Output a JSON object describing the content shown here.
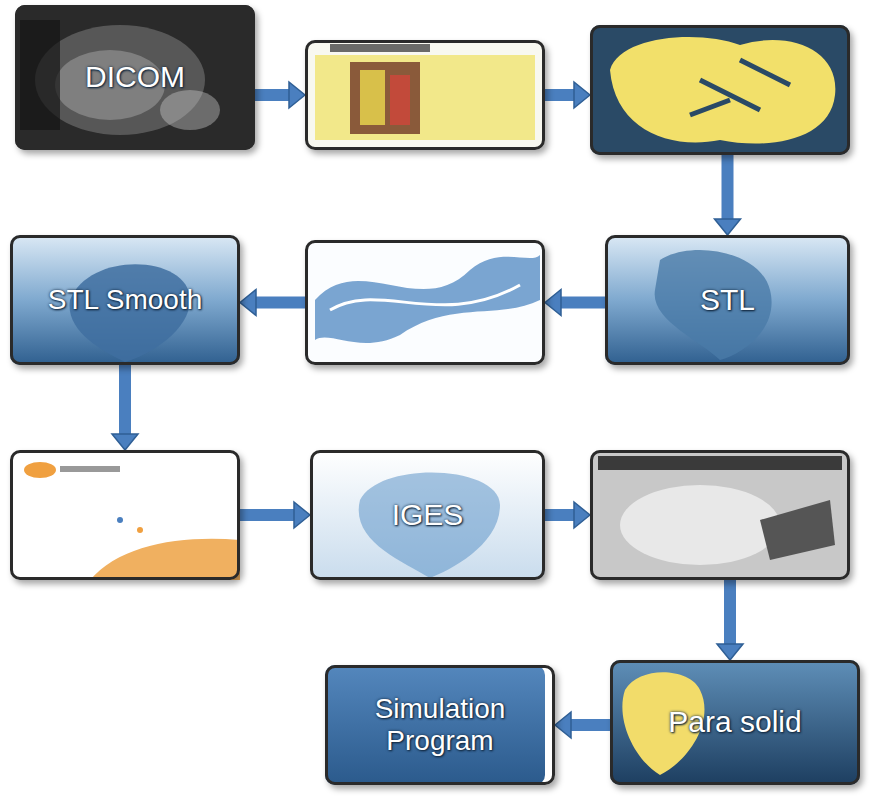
{
  "diagram": {
    "nodes": [
      {
        "text": [
          "DICOM"
        ]
      },
      {
        "text": []
      },
      {
        "text": []
      },
      {
        "text": [
          "STL"
        ]
      },
      {
        "text": []
      },
      {
        "text": [
          "STL Smooth"
        ]
      },
      {
        "text": []
      },
      {
        "text": [
          "IGES"
        ]
      },
      {
        "text": []
      },
      {
        "text": [
          "Para solid"
        ]
      },
      {
        "text": [
          "Simulation Program"
        ]
      }
    ],
    "edges": [
      {
        "from": 0,
        "to": 1,
        "arrow": "to"
      },
      {
        "from": 1,
        "to": 2,
        "arrow": "to"
      },
      {
        "from": 2,
        "to": 3,
        "arrow": "to"
      },
      {
        "from": 3,
        "to": 4,
        "arrow": "to"
      },
      {
        "from": 4,
        "to": 5,
        "arrow": "to"
      },
      {
        "from": 5,
        "to": 6,
        "arrow": "to"
      },
      {
        "from": 6,
        "to": 7,
        "arrow": "to"
      },
      {
        "from": 7,
        "to": 8,
        "arrow": "to"
      },
      {
        "from": 8,
        "to": 9,
        "arrow": "to"
      },
      {
        "from": 9,
        "to": 10,
        "arrow": "to"
      }
    ]
  }
}
